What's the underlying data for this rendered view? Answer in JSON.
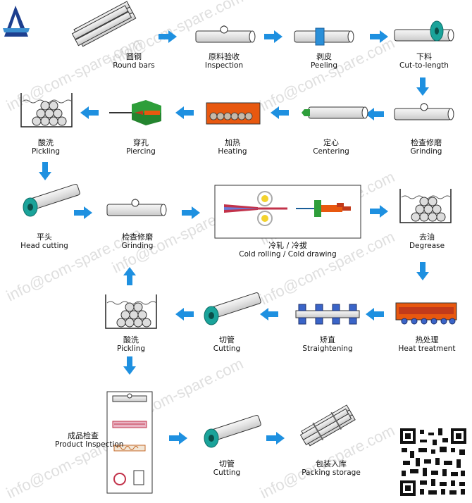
{
  "watermark": "info@com-spare.com",
  "colors": {
    "arrow": "#1e90e0",
    "pipe": "#e4e4e4",
    "teal": "#1aa39a",
    "green": "#2e9e3a",
    "heat": "#e8580f",
    "blue_roller": "#3a64c8"
  },
  "steps": [
    {
      "zh": "圆钢",
      "en": "Round bars"
    },
    {
      "zh": "原料验收",
      "en": "Inspection"
    },
    {
      "zh": "剥皮",
      "en": "Peeling"
    },
    {
      "zh": "下料",
      "en": "Cut-to-length"
    },
    {
      "zh": "检查修磨",
      "en": "Grinding"
    },
    {
      "zh": "定心",
      "en": "Centering"
    },
    {
      "zh": "加热",
      "en": "Heating"
    },
    {
      "zh": "穿孔",
      "en": "Piercing"
    },
    {
      "zh": "酸洗",
      "en": "Pickling"
    },
    {
      "zh": "平头",
      "en": "Head cutting"
    },
    {
      "zh": "检查修磨",
      "en": "Grinding"
    },
    {
      "zh": "冷轧 / 冷拔",
      "en": "Cold rolling / Cold drawing"
    },
    {
      "zh": "去油",
      "en": "Degrease"
    },
    {
      "zh": "热处理",
      "en": "Heat treatment"
    },
    {
      "zh": "矫直",
      "en": "Straightening"
    },
    {
      "zh": "切管",
      "en": "Cutting"
    },
    {
      "zh": "酸洗",
      "en": "Pickling"
    },
    {
      "zh": "成品检查",
      "en": "Product Inspection"
    },
    {
      "zh": "切管",
      "en": "Cutting"
    },
    {
      "zh": "包装入库",
      "en": "Packing storage"
    }
  ]
}
